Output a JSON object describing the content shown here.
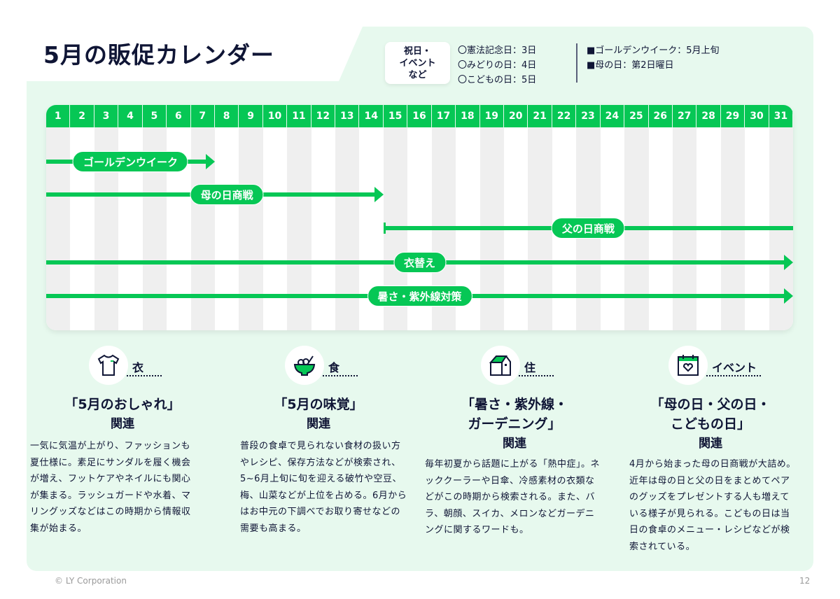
{
  "title": "5月の販促カレンダー",
  "holidays": {
    "badge": "祝日・\nイベント\nなど",
    "items": [
      "〇憲法記念日：3日",
      "〇みどりの日：4日",
      "〇こどもの日：5日"
    ]
  },
  "events": {
    "items": [
      "■ゴールデンウイーク：5月上旬",
      "■母の日：第2日曜日"
    ]
  },
  "calendar": {
    "days": 31,
    "bars": [
      {
        "label": "ゴールデンウイーク",
        "start": 1,
        "end": 7,
        "arrow": true,
        "startTick": false,
        "labelDay": 4
      },
      {
        "label": "母の日商戦",
        "start": 1,
        "end": 14,
        "arrow": true,
        "startTick": false,
        "labelDay": 8
      },
      {
        "label": "父の日商戦",
        "start": 15,
        "end": 31,
        "arrow": false,
        "startTick": true,
        "labelDay": 23
      },
      {
        "label": "衣替え",
        "start": 1,
        "end": 31,
        "arrow": true,
        "startTick": false,
        "labelDay": 16
      },
      {
        "label": "暑さ・紫外線対策",
        "start": 1,
        "end": 31,
        "arrow": true,
        "startTick": false,
        "labelDay": 16
      }
    ]
  },
  "categories": [
    {
      "icon": "t-shirt-icon",
      "label": "衣",
      "heading": "「5月のおしゃれ」",
      "related": "関連",
      "text": "一気に気温が上がり、ファッションも夏仕様に。素足にサンダルを履く機会が増え、フットケアやネイルにも関心が集まる。ラッシュガードや水着、マリングッズなどはこの時期から情報収集が始まる。"
    },
    {
      "icon": "bowl-icon",
      "label": "食",
      "heading": "「5月の味覚」",
      "related": "関連",
      "text": "普段の食卓で見られない食材の扱い方やレシピ、保存方法などが検索され、5~6月上旬に旬を迎える破竹や空豆、梅、山菜などが上位を占める。6月からはお中元の下調べでお取り寄せなどの需要も高まる。"
    },
    {
      "icon": "house-icon",
      "label": "住",
      "heading": "「暑さ・紫外線・\nガーデニング」",
      "related": "関連",
      "text": "毎年初夏から話題に上がる「熱中症」。ネッククーラーや日傘、冷感素材の衣類などがこの時期から検索される。また、バラ、朝顔、スイカ、メロンなどガーデニングに関するワードも。"
    },
    {
      "icon": "calendar-heart-icon",
      "label": "イベント",
      "heading": "「母の日・父の日・\nこどもの日」",
      "related": "関連",
      "text": "4月から始まった母の日商戦が大詰め。近年は母の日と父の日をまとめてペアのグッズをプレゼントする人も増えている様子が見られる。こどもの日は当日の食卓のメニュー・レシピなどが検索されている。"
    }
  ],
  "footer": {
    "copyright": "© LY Corporation",
    "page": "12"
  },
  "colors": {
    "accent": "#06c755",
    "text": "#0f1535",
    "panel": "#e7f9ee"
  }
}
